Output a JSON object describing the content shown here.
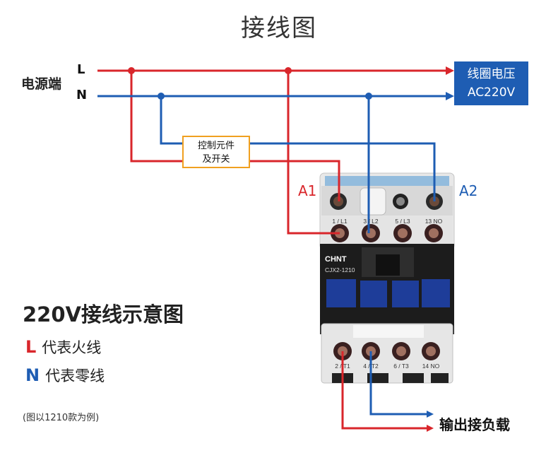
{
  "title": "接线图",
  "power": {
    "label": "电源端",
    "L": "L",
    "N": "N"
  },
  "coil": {
    "line1": "线圈电压",
    "line2": "AC220V"
  },
  "control": {
    "line1": "控制元件",
    "line2": "及开关"
  },
  "terminals_top": {
    "a1": "A1",
    "a2": "A2",
    "t1": "1 / L1",
    "t3": "3 / L2",
    "t5": "5 / L3",
    "t13": "13 NO"
  },
  "contactor": {
    "brand": "CHNT",
    "model": "CJX2-1210"
  },
  "terminals_bottom": {
    "t2": "2 / T1",
    "t4": "4 / T2",
    "t6": "6 / T3",
    "t14": "14 NO"
  },
  "diagram_title": "220V接线示意图",
  "legend": [
    {
      "key": "L",
      "text": "代表火线",
      "color": "#d9262b"
    },
    {
      "key": "N",
      "text": "代表零线",
      "color": "#1e5db3"
    }
  ],
  "note": "(图以1210款为例)",
  "output": "输出接负载",
  "colors": {
    "live": "#d9262b",
    "neutral": "#1e5db3",
    "body": "#1c1c1c",
    "housing": "#e6e6e6"
  }
}
